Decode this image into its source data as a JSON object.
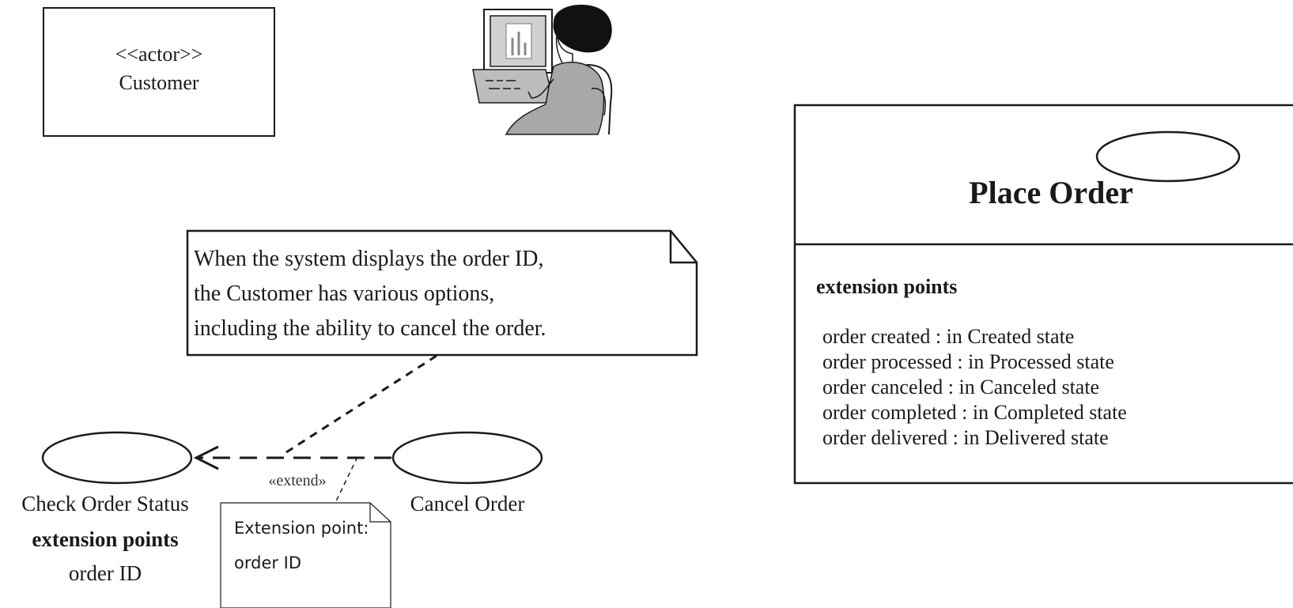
{
  "actor_box": {
    "stereotype": "<<actor>>",
    "name": "Customer"
  },
  "actor_icon": "customer-at-computer-icon",
  "note": {
    "lines": [
      "When the system displays the order ID,",
      "the Customer has various options,",
      "including the ability to cancel the order."
    ]
  },
  "use_cases": {
    "check_order_status": {
      "name": "Check Order Status",
      "extension_points_label": "extension points",
      "extension_point": "order ID"
    },
    "cancel_order": {
      "name": "Cancel Order"
    }
  },
  "extend_relationship": {
    "label": "«extend»"
  },
  "extension_point_note": {
    "lines": [
      "Extension point:",
      "order ID"
    ]
  },
  "place_order": {
    "title": "Place Order",
    "extension_points_label": "extension points",
    "points": [
      "order created : in Created state",
      "order processed : in Processed state",
      "order canceled : in Canceled state",
      "order completed : in Completed state",
      "order delivered : in Delivered state"
    ]
  },
  "colors": {
    "stroke": "#1a1a1a",
    "icon_gray": "#a8a8a8"
  }
}
